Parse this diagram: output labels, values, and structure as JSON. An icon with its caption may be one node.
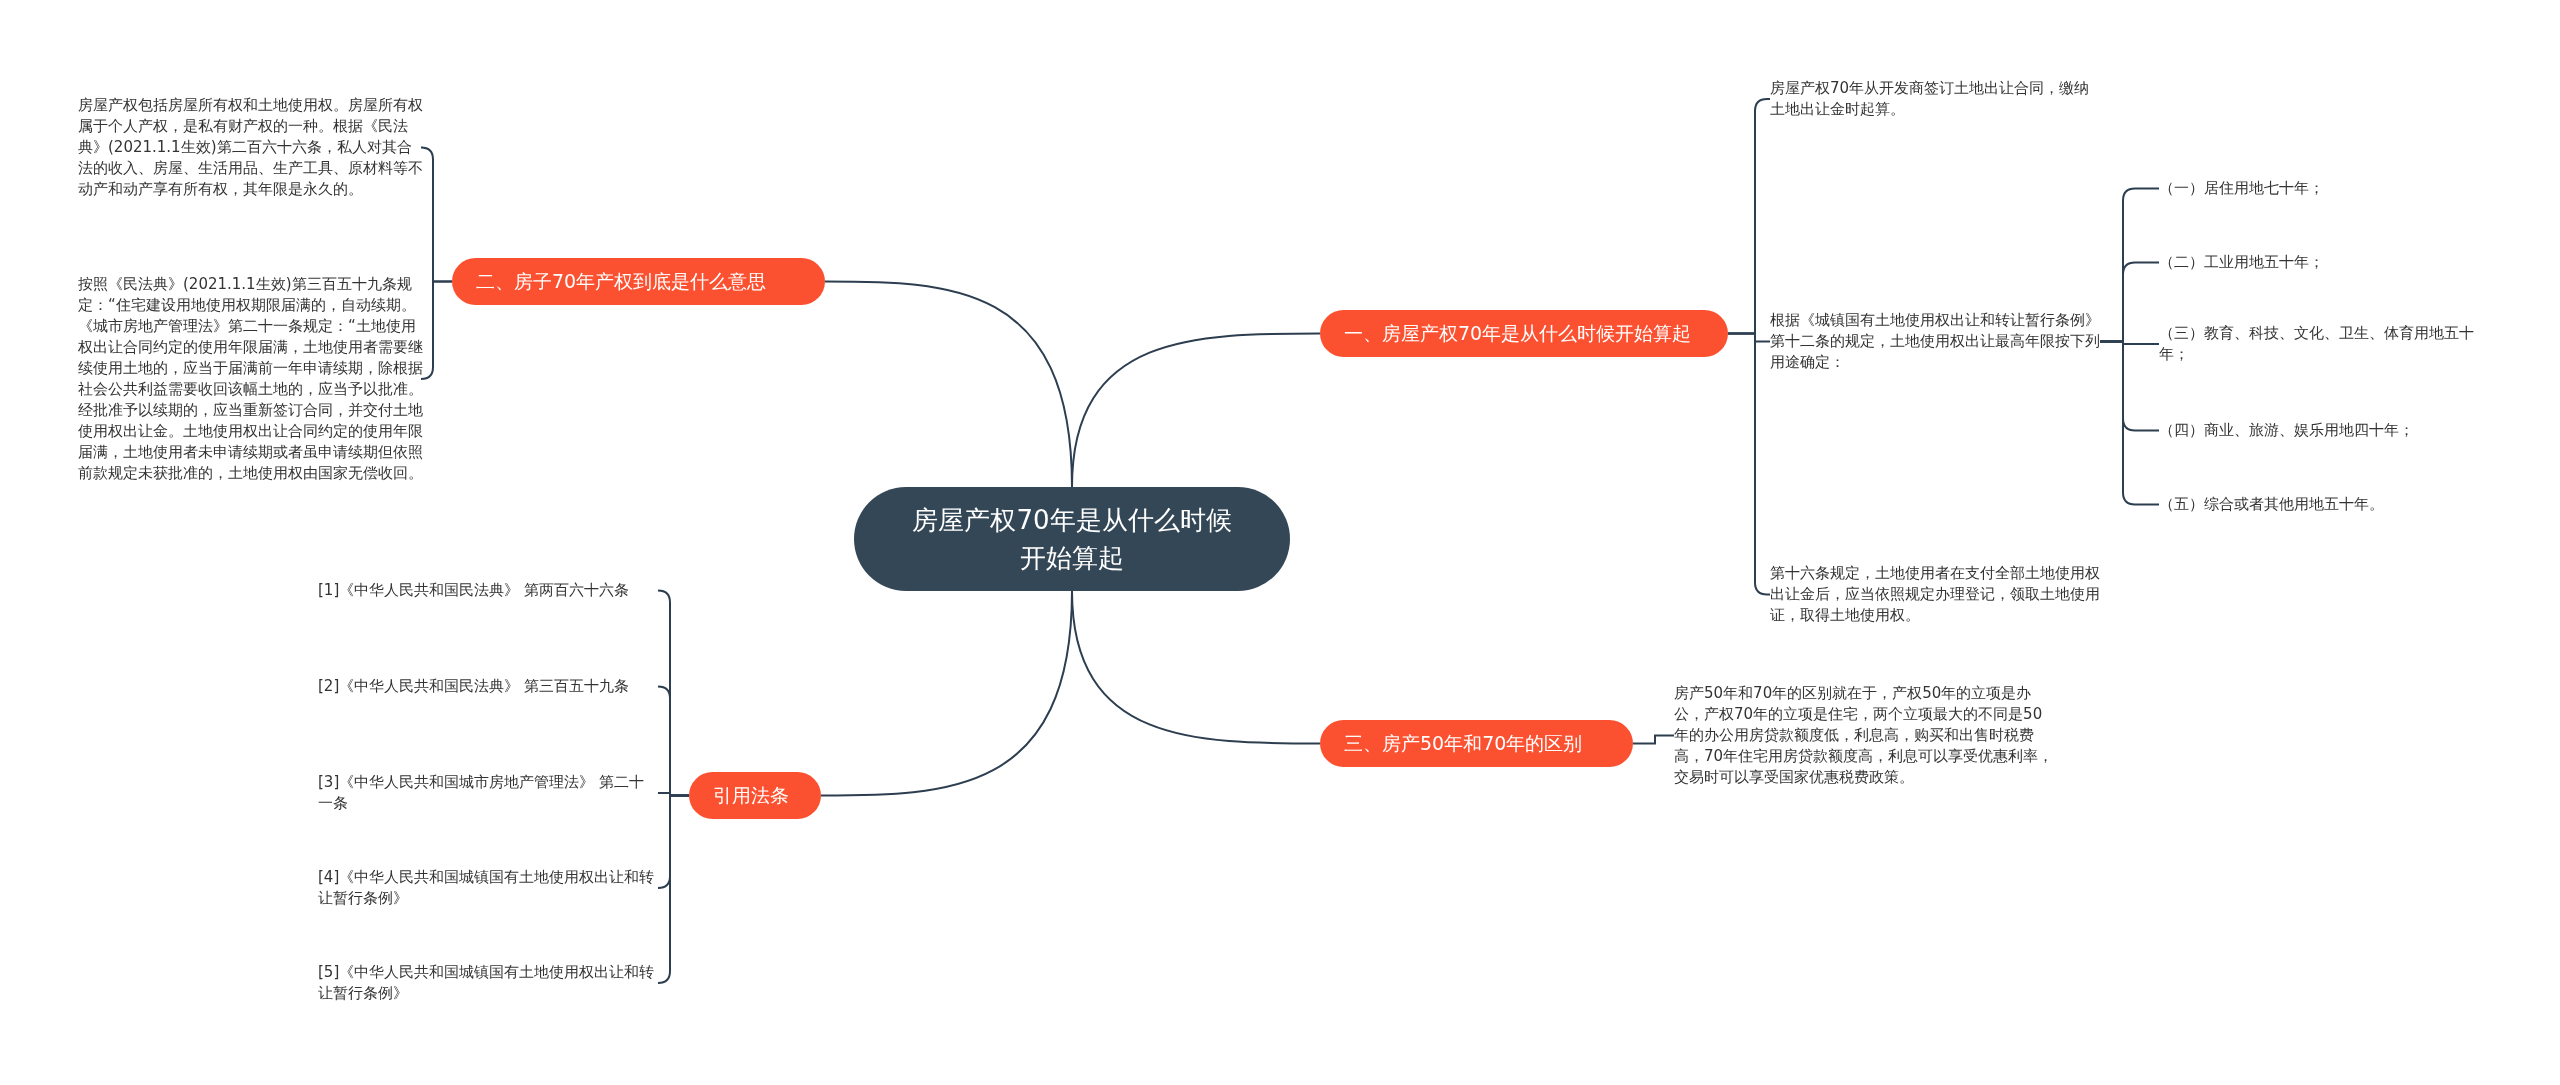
{
  "diagram": {
    "nodes": [
      {
        "text": [
          "房屋产权70年是从什么时候开始算起"
        ]
      },
      {
        "text": [
          "二、房子70年产权到底是什么意思"
        ]
      },
      {
        "text": [
          "房屋产权包括房屋所有权和土地使用权。房屋所有权属于个人产权，是私有财产权的一种。根据《民法典》(2021.1.1生效)第二百六十六条，私人对其合法的收入、房屋、生活用品、生产工具、原材料等不动产和动产享有所有权，其年限是永久的。"
        ]
      },
      {
        "text": [
          "按照《民法典》(2021.1.1生效)第三百五十九条规定：“住宅建设用地使用权期限届满的，自动续期。《城市房地产管理法》第二十一条规定：“土地使用权出让合同约定的使用年限届满，土地使用者需要继续使用土地的，应当于届满前一年申请续期，除根据社会公共利益需要收回该幅土地的，应当予以批准。经批准予以续期的，应当重新签订合同，并交付土地使用权出让金。土地使用权出让合同约定的使用年限届满，土地使用者未申请续期或者虽申请续期但依照前款规定未获批准的，土地使用权由国家无偿收回。"
        ]
      },
      {
        "text": [
          "引用法条"
        ]
      },
      {
        "text": [
          "[1]《中华人民共和国民法典》 第两百六十六条"
        ]
      },
      {
        "text": [
          "[2]《中华人民共和国民法典》 第三百五十九条"
        ]
      },
      {
        "text": [
          "[3]《中华人民共和国城市房地产管理法》 第二十一条"
        ]
      },
      {
        "text": [
          "[4]《中华人民共和国城镇国有土地使用权出让和转让暂行条例》"
        ]
      },
      {
        "text": [
          "[5]《中华人民共和国城镇国有土地使用权出让和转让暂行条例》"
        ]
      },
      {
        "text": [
          "一、房屋产权70年是从什么时候开始算起"
        ]
      },
      {
        "text": [
          "房屋产权70年从开发商签订土地出让合同，缴纳土地出让金时起算。"
        ]
      },
      {
        "text": [
          "根据《城镇国有土地使用权出让和转让暂行条例》第十二条的规定，土地使用权出让最高年限按下列用途确定："
        ]
      },
      {
        "text": [
          "（一）居住用地七十年；"
        ]
      },
      {
        "text": [
          "（二）工业用地五十年；"
        ]
      },
      {
        "text": [
          "（三）教育、科技、文化、卫生、体育用地五十年；"
        ]
      },
      {
        "text": [
          "（四）商业、旅游、娱乐用地四十年；"
        ]
      },
      {
        "text": [
          "（五）综合或者其他用地五十年。"
        ]
      },
      {
        "text": [
          "第十六条规定，土地使用者在支付全部土地使用权出让金后，应当依照规定办理登记，领取土地使用证，取得土地使用权。"
        ]
      },
      {
        "text": [
          "三、房产50年和70年的区别"
        ]
      },
      {
        "text": [
          "房产50年和70年的区别就在于，产权50年的立项是办公，产权70年的立项是住宅，两个立项最大的不同是50年的办公用房贷款额度低，利息高，购买和出售时税费高，70年住宅用房贷款额度高，利息可以享受优惠利率，交易时可以享受国家优惠税费政策。"
        ]
      }
    ],
    "edges": [
      {
        "from": 0,
        "to": 1,
        "arrow": "none"
      },
      {
        "from": 1,
        "to": 2,
        "arrow": "none"
      },
      {
        "from": 1,
        "to": 3,
        "arrow": "none"
      },
      {
        "from": 0,
        "to": 4,
        "arrow": "none"
      },
      {
        "from": 4,
        "to": 5,
        "arrow": "none"
      },
      {
        "from": 4,
        "to": 6,
        "arrow": "none"
      },
      {
        "from": 4,
        "to": 7,
        "arrow": "none"
      },
      {
        "from": 4,
        "to": 8,
        "arrow": "none"
      },
      {
        "from": 4,
        "to": 9,
        "arrow": "none"
      },
      {
        "from": 0,
        "to": 10,
        "arrow": "none"
      },
      {
        "from": 10,
        "to": 11,
        "arrow": "none"
      },
      {
        "from": 10,
        "to": 12,
        "arrow": "none"
      },
      {
        "from": 12,
        "to": 13,
        "arrow": "none"
      },
      {
        "from": 12,
        "to": 14,
        "arrow": "none"
      },
      {
        "from": 12,
        "to": 15,
        "arrow": "none"
      },
      {
        "from": 12,
        "to": 16,
        "arrow": "none"
      },
      {
        "from": 12,
        "to": 17,
        "arrow": "none"
      },
      {
        "from": 10,
        "to": 18,
        "arrow": "none"
      },
      {
        "from": 0,
        "to": 19,
        "arrow": "none"
      },
      {
        "from": 19,
        "to": 20,
        "arrow": "none"
      }
    ]
  }
}
